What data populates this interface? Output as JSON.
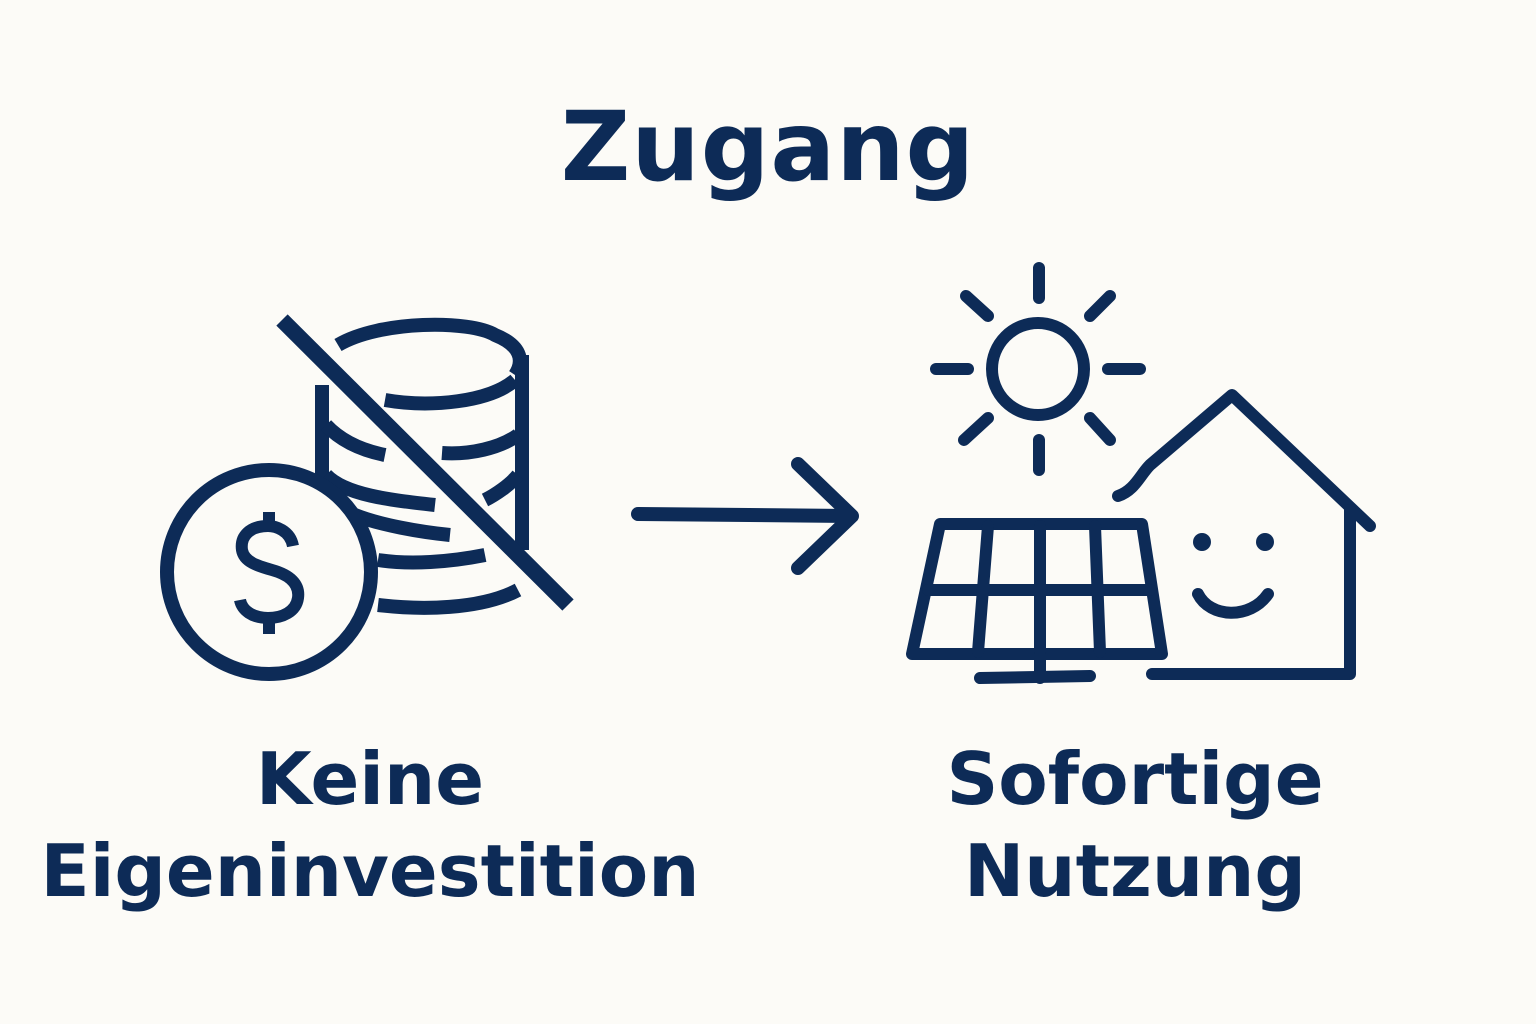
{
  "title": "Zugang",
  "colors": {
    "background": "#fcfbf7",
    "primary": "#0d2b57"
  },
  "left": {
    "icon": "no-money-coins-icon",
    "label_line1": "Keine",
    "label_line2": "Eigeninvestition",
    "coin_symbol": "$"
  },
  "connector": {
    "icon": "arrow-right-icon"
  },
  "right": {
    "icon": "sun-solar-panel-house-icon",
    "label_line1": "Sofortige",
    "label_line2": "Nutzung"
  }
}
